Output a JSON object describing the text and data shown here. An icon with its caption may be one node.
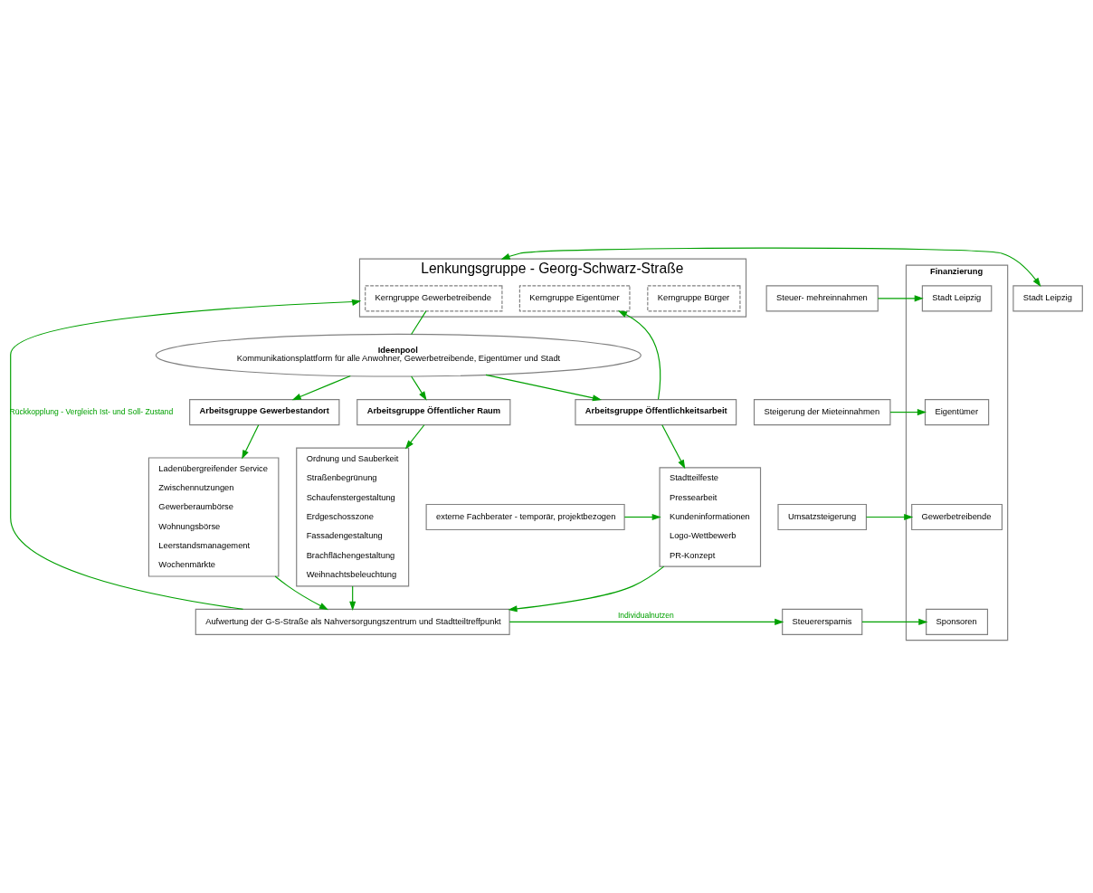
{
  "diagram": {
    "nodes": [
      {
        "text": [
          "Steuer- mehreinnahmen"
        ]
      },
      {
        "text": [
          "Steigerung der Mieteinnahmen"
        ]
      },
      {
        "text": [
          "Umsatzsteigerung"
        ]
      },
      {
        "text": [
          "Steuerersparnis"
        ]
      },
      {
        "text": [
          "Finanzierung"
        ]
      },
      {
        "text": [
          "Stadt Leipzig"
        ],
        "in": 4
      },
      {
        "text": [
          "Eigentümer"
        ],
        "in": 4
      },
      {
        "text": [
          "Gewerbetreibende"
        ],
        "in": 4
      },
      {
        "text": [
          "Sponsoren"
        ],
        "in": 4
      },
      {
        "text": [
          "Lenkungsgruppe - Georg-Schwarz-Straße"
        ]
      },
      {
        "text": [
          "Kerngruppe Bürger"
        ],
        "in": 9
      },
      {
        "text": [
          "Kerngruppe Gewerbetreibende"
        ],
        "in": 9
      },
      {
        "text": [
          "Kerngruppe Eigentümer"
        ],
        "in": 9
      },
      {
        "text": [
          "Ideenpool",
          "Kommunikationsplattform für alle Anwohner, Gewerbetreibende, Eigentümer und Stadt"
        ]
      },
      {
        "text": [
          "Arbeitsgruppe Öffentlicher Raum"
        ]
      },
      {
        "text": [
          "Arbeitsgruppe Gewerbestandort"
        ]
      },
      {
        "text": [
          "Arbeitsgruppe Öffentlichkeitsarbeit"
        ]
      },
      {
        "text": [
          "Ordnung und Sauberkeit",
          "Straßenbegrünung",
          "Schaufenstergestaltung",
          "Erdgeschosszone",
          "Fassadengestaltung",
          "Brachflächengestaltung",
          "Weihnachtsbeleuchtung"
        ]
      },
      {
        "text": [
          "Ladenübergreifender Service",
          "Zwischennutzungen",
          "Gewerberaumbörse",
          "Wohnungsbörse",
          "Leerstandsmanagement",
          "Wochenmärkte"
        ]
      },
      {
        "text": [
          "Stadtteilfeste",
          "Pressearbeit",
          "Kundeninformationen",
          "Logo-Wettbewerb",
          "PR-Konzept"
        ]
      },
      {
        "text": [
          "Aufwertung der G-S-Straße als Nahversorgungszentrum und Stadtteiltreffpunkt"
        ]
      },
      {
        "text": [
          "Stadt Leipzig"
        ]
      },
      {
        "text": [
          "externe Fachberater - temporär, projektbezogen"
        ]
      }
    ],
    "edges": [
      {
        "from": 0,
        "to": 5,
        "arrow": "to"
      },
      {
        "from": 1,
        "to": 6,
        "arrow": "to"
      },
      {
        "from": 2,
        "to": 7,
        "arrow": "to"
      },
      {
        "from": 3,
        "to": 8,
        "arrow": "to"
      },
      {
        "from": 20,
        "to": 9,
        "arrow": "to",
        "label": "Rückkopplung - Vergleich Ist- und Soll- Zustand"
      },
      {
        "from": 9,
        "to": 21,
        "arrow": "both"
      },
      {
        "from": 11,
        "to": 13,
        "arrow": "none"
      },
      {
        "from": 13,
        "to": 14,
        "arrow": "to"
      },
      {
        "from": 13,
        "to": 15,
        "arrow": "to"
      },
      {
        "from": 13,
        "to": 16,
        "arrow": "to"
      },
      {
        "from": 16,
        "to": 12,
        "arrow": "to"
      },
      {
        "from": 14,
        "to": 17,
        "arrow": "to"
      },
      {
        "from": 15,
        "to": 18,
        "arrow": "to"
      },
      {
        "from": 16,
        "to": 19,
        "arrow": "to"
      },
      {
        "from": 17,
        "to": 20,
        "arrow": "to"
      },
      {
        "from": 18,
        "to": 20,
        "arrow": "to"
      },
      {
        "from": 19,
        "to": 20,
        "arrow": "to"
      },
      {
        "from": 22,
        "to": 19,
        "arrow": "to"
      },
      {
        "from": 20,
        "to": 3,
        "arrow": "to",
        "label": "Individualnutzen"
      }
    ]
  }
}
